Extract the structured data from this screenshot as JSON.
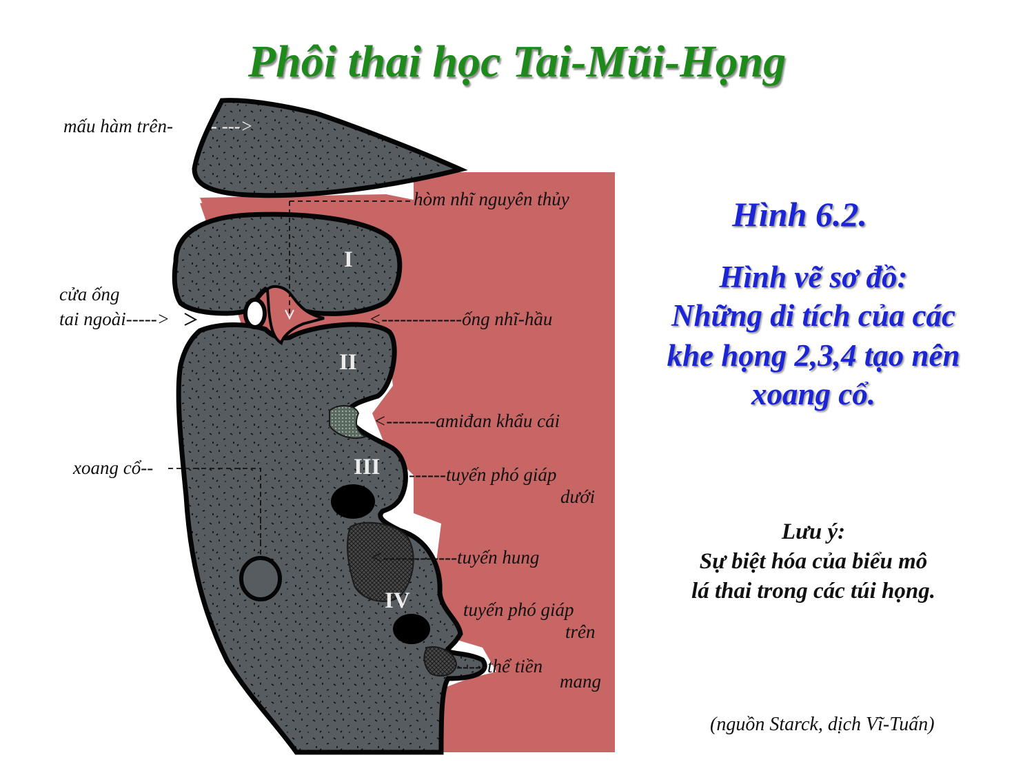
{
  "title": "Phôi thai học Tai-Mũi-Họng",
  "figure": {
    "number": "Hình 6.2.",
    "caption_lines": [
      "Hình vẽ sơ đồ:",
      "Những di tích của các",
      "khe họng 2,3,4 tạo nên",
      "xoang cổ."
    ],
    "note_title": "Lưu ý:",
    "note_lines": [
      "Sự biệt hóa của biểu mô",
      "lá thai trong các túi họng."
    ],
    "source": "(nguồn Starck, dịch Vĩ-Tuấn)"
  },
  "diagram": {
    "labels": {
      "mau_ham_tren": "mấu hàm trên-",
      "mau_ham_tren_arrow": "- --->",
      "hom_nhi": "hòm nhĩ nguyên thủy",
      "cua_ong_1": "cửa ống",
      "cua_ong_2": "tai ngoài----->",
      "ong_nhi_hau": "<-------------ống nhĩ-hầu",
      "amidan": "<--------amiđan khẩu cái",
      "xoang_co": "xoang cổ--",
      "tuyen_duoi_1": "------tuyến phó giáp",
      "tuyen_duoi_2": "dưới",
      "tuyen_hung": "<------------tuyến hung",
      "tuyen_tren_1": "tuyến phó giáp",
      "tuyen_tren_2": "trên",
      "the_tien_1": "-----thể tiền",
      "the_tien_2": "mang"
    },
    "arches": [
      "I",
      "II",
      "III",
      "IV"
    ],
    "colors": {
      "tissue": "#575c61",
      "pharynx": "#c86565",
      "outline": "#050505",
      "caption": "#1c25d6",
      "title": "#1f8a1c"
    }
  }
}
